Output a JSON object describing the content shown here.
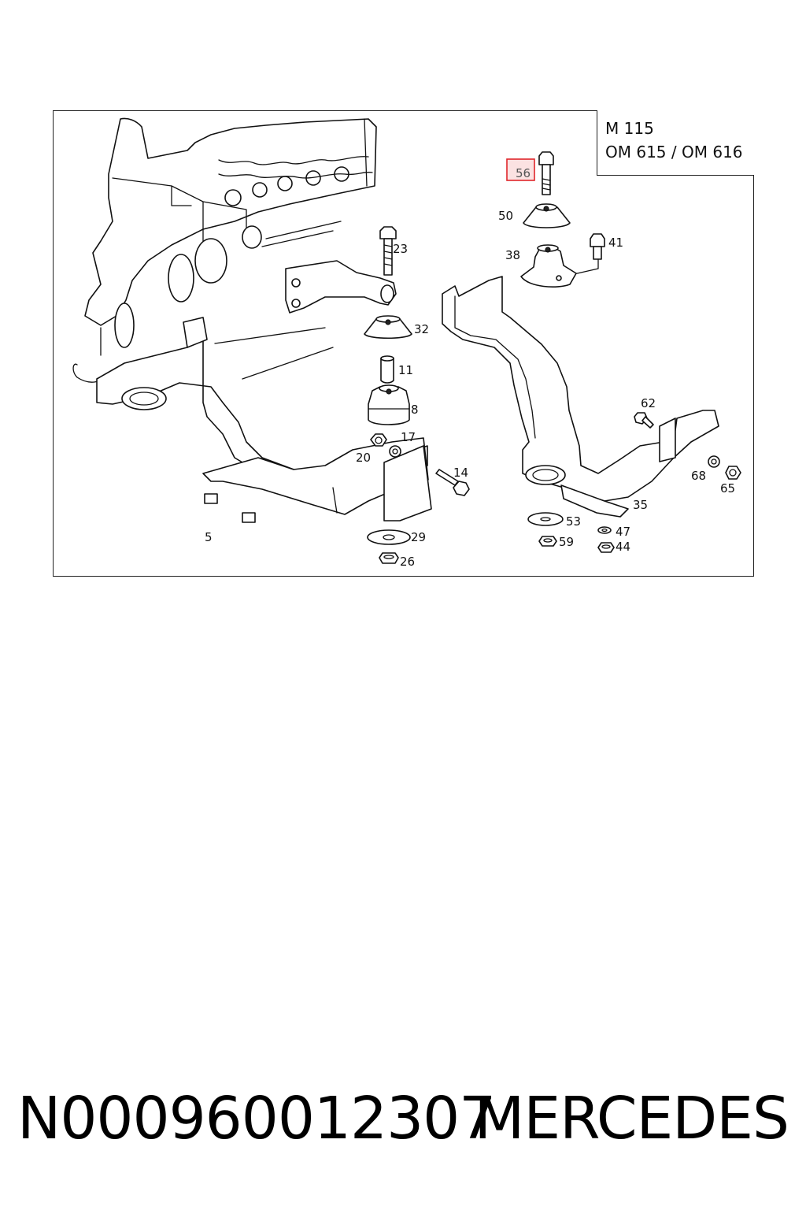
{
  "diagram": {
    "models": [
      "M 115",
      "OM 615 / OM 616"
    ],
    "highlighted_part": "56",
    "parts": [
      "23",
      "32",
      "11",
      "8",
      "17",
      "20",
      "14",
      "29",
      "26",
      "5",
      "50",
      "41",
      "38",
      "62",
      "68",
      "65",
      "35",
      "53",
      "47",
      "59",
      "44"
    ],
    "highlight_color": "#e0262b"
  },
  "footer": {
    "part_number": "N000960012307",
    "brand": "MERCEDES"
  }
}
